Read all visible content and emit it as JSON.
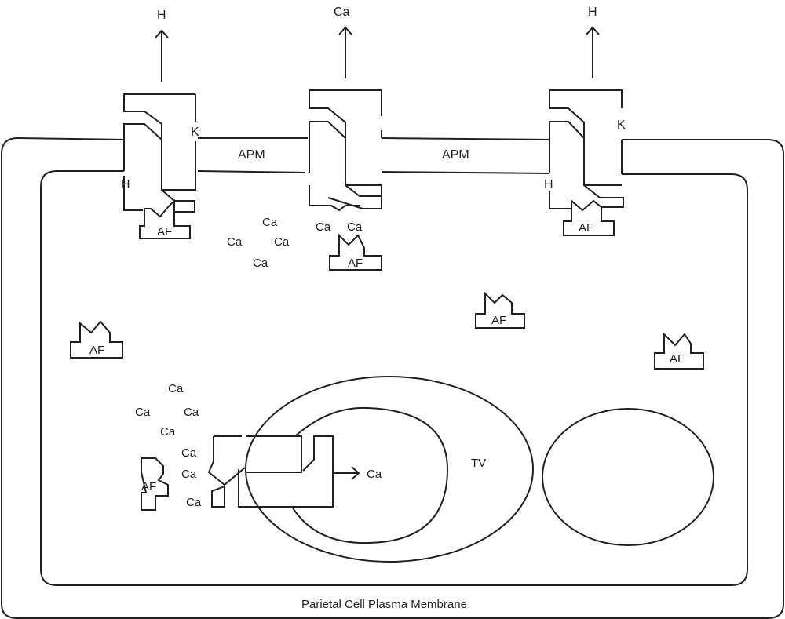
{
  "caption": "Parietal Cell Plasma Membrane",
  "labels": {
    "apm": "APM",
    "h": "H",
    "k": "K",
    "ca": "Ca",
    "af": "AF",
    "tv": "TV"
  }
}
